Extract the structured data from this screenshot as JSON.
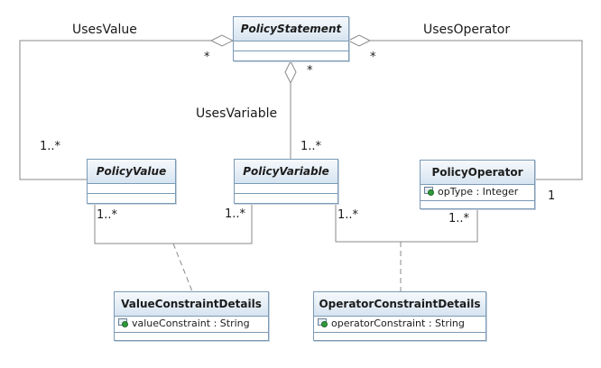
{
  "classes": {
    "policy_statement": {
      "name": "PolicyStatement"
    },
    "policy_value": {
      "name": "PolicyValue"
    },
    "policy_variable": {
      "name": "PolicyVariable"
    },
    "policy_operator": {
      "name": "PolicyOperator",
      "attribute": "opType : Integer"
    },
    "value_constraint_details": {
      "name": "ValueConstraintDetails",
      "attribute": "valueConstraint : String"
    },
    "operator_constraint_details": {
      "name": "OperatorConstraintDetails",
      "attribute": "operatorConstraint : String"
    }
  },
  "associations": {
    "uses_value": {
      "name": "UsesValue",
      "source_mult": "*",
      "target_mult": "1..*"
    },
    "uses_variable": {
      "name": "UsesVariable",
      "source_mult": "*",
      "target_mult": "1..*"
    },
    "uses_operator": {
      "name": "UsesOperator",
      "source_mult": "*",
      "target_mult": "1"
    },
    "value_variable": {
      "value_mult": "1..*",
      "variable_mult": "1..*"
    },
    "variable_operator": {
      "variable_mult": "1..*",
      "operator_mult": "1..*"
    }
  },
  "colors": {
    "border": "#7a9ab6",
    "header_gradient_top": "#f6f9fc",
    "header_gradient_bottom": "#d6e4f1",
    "line": "#8a8a8a",
    "attribute_icon": "#2f9a3a"
  },
  "icons": {
    "attribute": "attribute-icon",
    "aggregation": "hollow-diamond"
  }
}
